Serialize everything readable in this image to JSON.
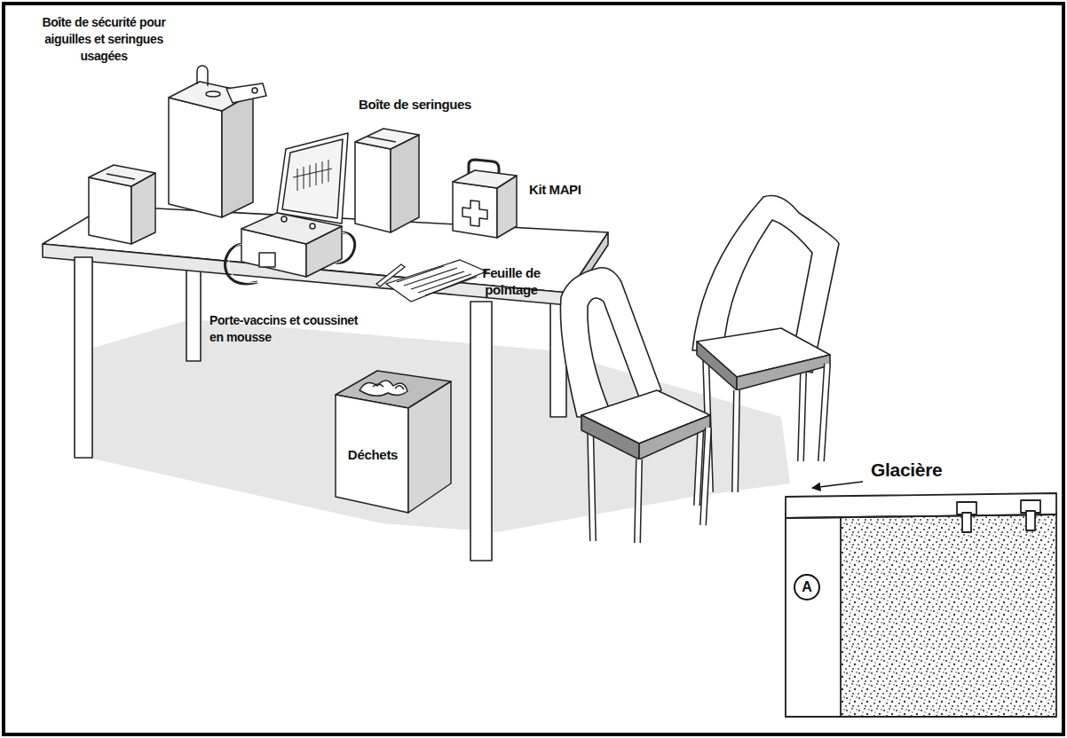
{
  "diagram": {
    "nodes": [
      {
        "text": [
          "Déchets"
        ]
      },
      {
        "text": [
          "Glacière"
        ]
      },
      {
        "text": [
          "A"
        ],
        "in": 1
      }
    ],
    "labels": [
      "Boîte de sécurité pour aiguilles et seringues usagées",
      "Boîte de seringues",
      "Kit MAPI",
      "Feuille de pointage",
      "Porte-vaccins et coussinet en mousse"
    ]
  }
}
